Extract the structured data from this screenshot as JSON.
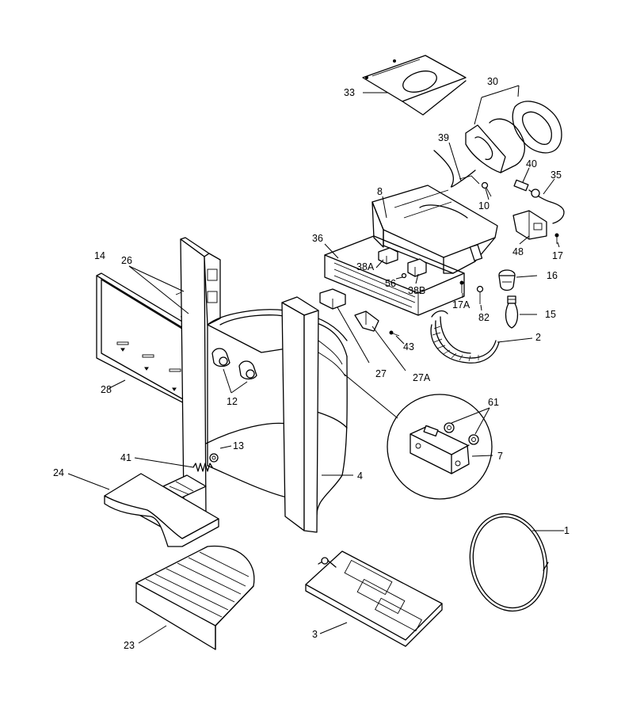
{
  "labels": {
    "l33": "33",
    "l30": "30",
    "l39": "39",
    "l40": "40",
    "l35": "35",
    "l8": "8",
    "l10": "10",
    "l36": "36",
    "l48": "48",
    "l17": "17",
    "l14": "14",
    "l26": "26",
    "l38a": "38A",
    "l56": "56",
    "l38b": "38B",
    "l16": "16",
    "l17a": "17A",
    "l82": "82",
    "l15": "15",
    "l43": "43",
    "l2": "2",
    "l27": "27",
    "l27a": "27A",
    "l28": "28",
    "l12": "12",
    "l61": "61",
    "l7": "7",
    "l13": "13",
    "l41": "41",
    "l24": "24",
    "l4": "4",
    "l1": "1",
    "l23": "23",
    "l3": "3"
  }
}
